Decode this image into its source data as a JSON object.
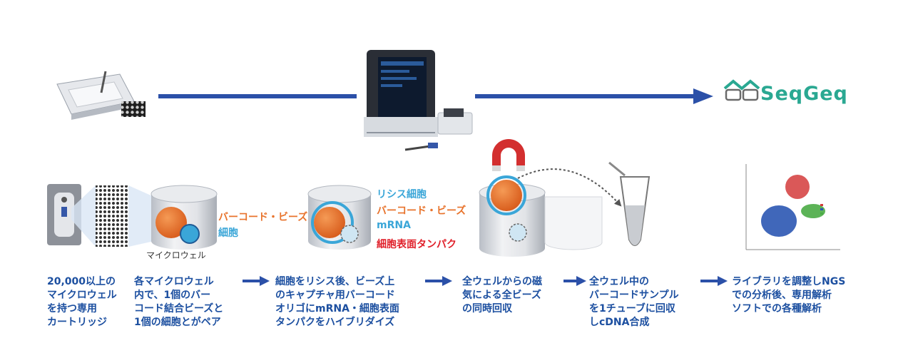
{
  "colors": {
    "arrow": "#2b50a8",
    "orange": "#e8732c",
    "light_blue": "#3aa6d8",
    "red": "#e0202a",
    "text": "#1c4fa0",
    "logo": "#2aa892"
  },
  "logo": {
    "text": "SeqGeq"
  },
  "labels": {
    "microwell": "マイクロウェル",
    "well1_barcode_beads": "バーコード・ビーズ",
    "well1_cell": "細胞",
    "lysed_cell": "リシス細胞",
    "well2_barcode_beads": "バーコード・ビーズ",
    "mrna": "mRNA",
    "surface_protein": "細胞表面タンパク"
  },
  "steps": [
    {
      "text": "20,000以上の\nマイクロウェル\nを持つ専用\nカートリッジ"
    },
    {
      "text": "各マイクロウェル\n内で、1個のバー\nコード結合ビーズと\n1個の細胞とがペア"
    },
    {
      "text": "細胞をリシス後、ビーズ上\nのキャプチャ用バーコード\nオリゴにmRNA・細胞表面\nタンパクをハイブリダイズ"
    },
    {
      "text": "全ウェルからの磁\n気による全ビーズ\nの同時回収"
    },
    {
      "text": "全ウェル中の\nバーコードサンプル\nを1チューブに回収\nしcDNA合成"
    },
    {
      "text": "ライブラリを調整しNGS\nでの分析後、専用解析\nソフトでの各種解析"
    }
  ]
}
